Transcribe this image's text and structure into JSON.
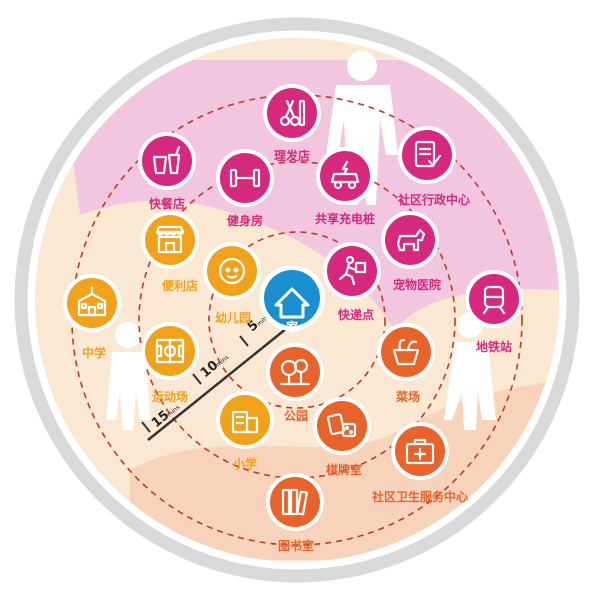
{
  "center": {
    "label": "家",
    "color": "#1A8FD0"
  },
  "rings": [
    {
      "minutes": "5",
      "unit": "mins"
    },
    {
      "minutes": "10",
      "unit": "mins"
    },
    {
      "minutes": "15",
      "unit": "mins"
    }
  ],
  "facilities": [
    {
      "key": "barber",
      "label": "理发店",
      "color": "#D6297E",
      "icon": "scissors-comb-icon"
    },
    {
      "key": "fastfood",
      "label": "快餐店",
      "color": "#D6297E",
      "icon": "fast-food-icon"
    },
    {
      "key": "gym",
      "label": "健身房",
      "color": "#D6297E",
      "icon": "dumbbell-icon"
    },
    {
      "key": "evcharge",
      "label": "共享充电桩",
      "color": "#D6297E",
      "icon": "ev-charging-icon"
    },
    {
      "key": "community",
      "label": "社区行政中心",
      "color": "#D6297E",
      "icon": "document-check-icon"
    },
    {
      "key": "pethospital",
      "label": "宠物医院",
      "color": "#D6297E",
      "icon": "dog-icon"
    },
    {
      "key": "metro",
      "label": "地铁站",
      "color": "#D6297E",
      "icon": "train-icon"
    },
    {
      "key": "courier",
      "label": "快递点",
      "color": "#D6297E",
      "icon": "courier-runner-icon"
    },
    {
      "key": "store",
      "label": "便利店",
      "color": "#F0A21A",
      "icon": "storefront-icon"
    },
    {
      "key": "kindergarten",
      "label": "幼儿园",
      "color": "#F0A21A",
      "icon": "child-face-icon"
    },
    {
      "key": "middleschool",
      "label": "中学",
      "color": "#F0A21A",
      "icon": "school-building-icon"
    },
    {
      "key": "sports",
      "label": "运动场",
      "color": "#F0A21A",
      "icon": "sports-field-icon"
    },
    {
      "key": "primary",
      "label": "小学",
      "color": "#F0A21A",
      "icon": "school-icon"
    },
    {
      "key": "park",
      "label": "公园",
      "color": "#E8632A",
      "icon": "park-tree-icon"
    },
    {
      "key": "market",
      "label": "菜场",
      "color": "#E8632A",
      "icon": "vegetable-basket-icon"
    },
    {
      "key": "chess",
      "label": "棋牌室",
      "color": "#E8632A",
      "icon": "cards-dice-icon"
    },
    {
      "key": "healthcenter",
      "label": "社区卫生服务中心",
      "color": "#E8632A",
      "icon": "medical-kit-icon"
    },
    {
      "key": "library",
      "label": "图书室",
      "color": "#E8632A",
      "icon": "books-icon"
    }
  ],
  "colors": {
    "pink_zone": "#F2C6DE",
    "beige_zone": "#FBE8D3",
    "peach_zone": "#F8D3BC",
    "ring_dash": "#C0392B",
    "outer_ring": "#D9D9D9",
    "people": "#FFFFFF"
  }
}
